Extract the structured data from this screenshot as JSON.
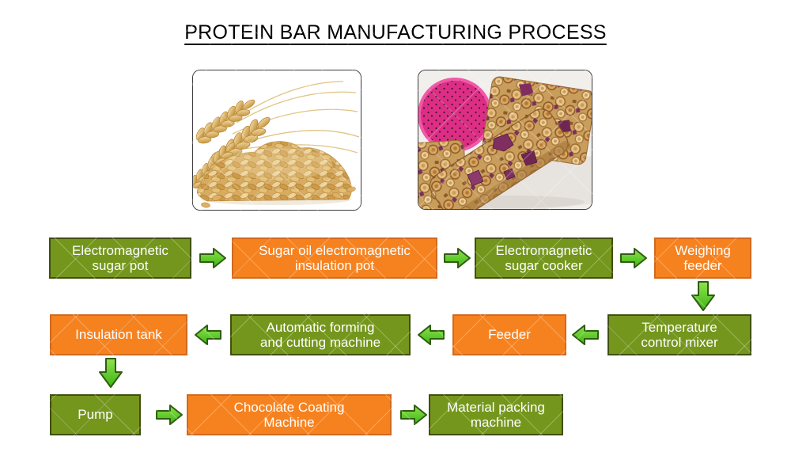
{
  "title": "PROTEIN BAR MANUFACTURING PROCESS",
  "colors": {
    "green_box": "#74961c",
    "green_box_border": "#404f10",
    "orange_box": "#f6821f",
    "orange_box_border": "#d2691e",
    "box_text": "#ffffff",
    "title_text": "#000000",
    "arrow_fill_light": "#8fe34d",
    "arrow_fill_dark": "#3cb514",
    "arrow_border": "#2f5d10"
  },
  "icons": {
    "arrow_right": "→",
    "arrow_left": "←",
    "arrow_down": "↓"
  },
  "flow": {
    "steps": [
      {
        "id": "electromagnetic-sugar-pot",
        "label": "Electromagnetic sugar pot",
        "color": "green"
      },
      {
        "id": "sugar-oil-electromagnetic-insulation-pot",
        "label": "Sugar oil electromagnetic insulation pot",
        "color": "orange"
      },
      {
        "id": "electromagnetic-sugar-cooker",
        "label": "Electromagnetic sugar cooker",
        "color": "green"
      },
      {
        "id": "weighing-feeder",
        "label": "Weighing feeder",
        "color": "orange"
      },
      {
        "id": "temperature-control-mixer",
        "label": "Temperature control mixer",
        "color": "green"
      },
      {
        "id": "feeder",
        "label": "Feeder",
        "color": "orange"
      },
      {
        "id": "automatic-forming-and-cutting-machine",
        "label": "Automatic forming and cutting machine",
        "color": "green"
      },
      {
        "id": "insulation-tank",
        "label": "Insulation tank",
        "color": "orange"
      },
      {
        "id": "pump",
        "label": "Pump",
        "color": "green"
      },
      {
        "id": "chocolate-coating-machine",
        "label": "Chocolate Coating Machine",
        "color": "orange"
      },
      {
        "id": "material-packing-machine",
        "label": "Material packing machine",
        "color": "green"
      }
    ]
  }
}
